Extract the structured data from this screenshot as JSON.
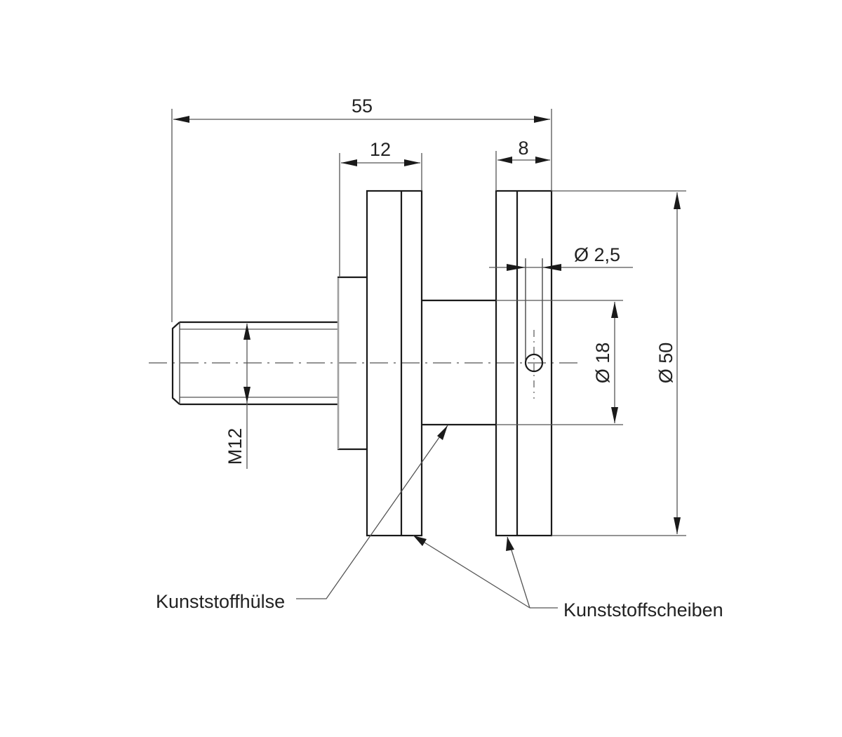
{
  "drawing": {
    "title": "Technical drawing – threaded stud with plastic sleeve and discs",
    "units": "mm",
    "line_color": "#1a1a1a",
    "background": "#ffffff"
  },
  "dimensions": {
    "overall_length": "55",
    "flange_width": "12",
    "disc_width": "8",
    "hole_diameter": "Ø 2,5",
    "shaft_diameter": "Ø 18",
    "disc_diameter": "Ø 50",
    "thread": "M12"
  },
  "labels": {
    "sleeve": "Kunststoffhülse",
    "discs": "Kunststoffscheiben"
  }
}
